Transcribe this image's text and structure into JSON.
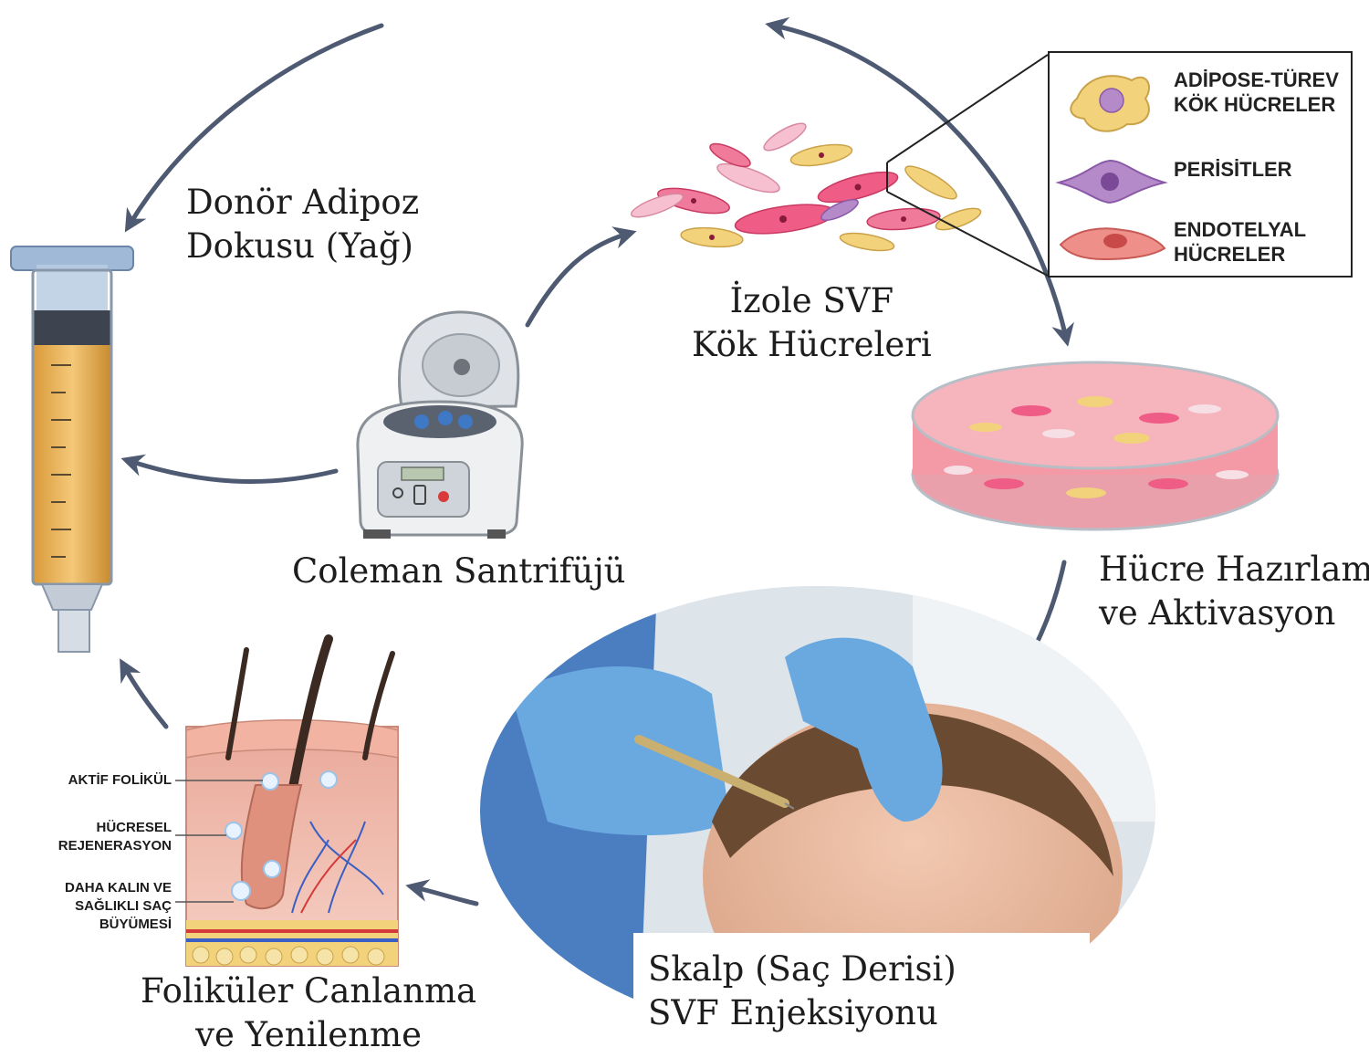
{
  "steps": {
    "donor": [
      "Donör Adipoz",
      "Dokusu (Yağ)"
    ],
    "centrifuge": [
      "Coleman Santrifüjü"
    ],
    "svf": [
      "İzole SVF",
      "Kök Hücreleri"
    ],
    "culture": [
      "Hücre Hazırlama",
      "ve Aktivasyon"
    ],
    "injection": [
      "Skalp (Saç Derisi)",
      "SVF Enjeksiyonu"
    ],
    "follicle": [
      "Foliküler Canlanma",
      "ve Yenilenme"
    ]
  },
  "legend": [
    {
      "lines": [
        "ADİPOSE-TÜREV",
        "KÖK HÜCRELER"
      ],
      "color": "#f2d27a"
    },
    {
      "lines": [
        "PERİSİTLER"
      ],
      "color": "#b58ac9"
    },
    {
      "lines": [
        "ENDOTELYAL",
        "HÜCRELER"
      ],
      "color": "#ef8f8a"
    }
  ],
  "callouts": [
    {
      "lines": [
        "AKTİF FOLİKÜL"
      ]
    },
    {
      "lines": [
        "HÜCRESEL",
        "REJENERASYON"
      ]
    },
    {
      "lines": [
        "DAHA KALIN VE",
        "SAĞLIKLI SAÇ",
        "BÜYÜMESİ"
      ]
    }
  ],
  "colors": {
    "arrow": "#4e5a72",
    "tissue_pink": "#f4c4b6",
    "fat_yellow": "#f3d27c",
    "glove_blue": "#6aa9e0",
    "dish_pink": "#f39aa6"
  }
}
